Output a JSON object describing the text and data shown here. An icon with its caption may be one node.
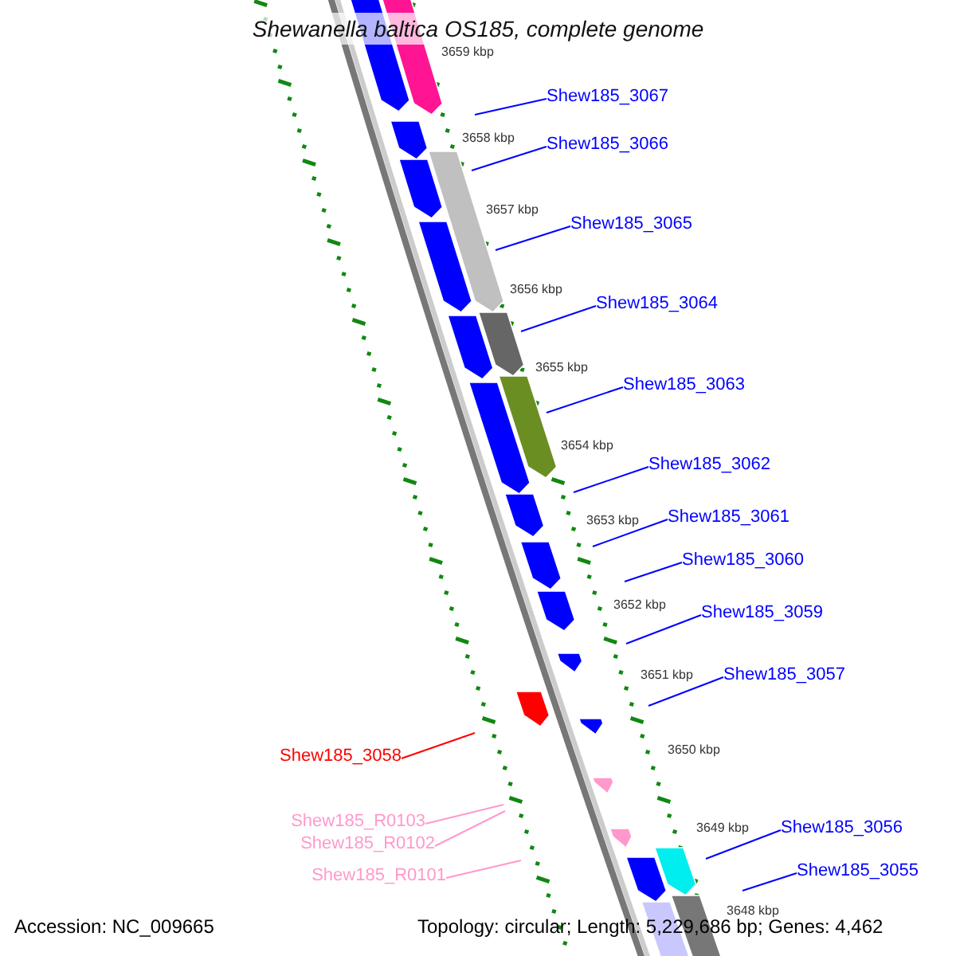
{
  "diagram": {
    "title": "Shewanella baltica OS185, complete genome",
    "nodes": [
      {
        "text": [
          "Shew185_3067"
        ]
      },
      {
        "text": [
          "Shew185_3066"
        ]
      },
      {
        "text": [
          "Shew185_3065"
        ]
      },
      {
        "text": [
          "Shew185_3064"
        ]
      },
      {
        "text": [
          "Shew185_3063"
        ]
      },
      {
        "text": [
          "Shew185_3062"
        ]
      },
      {
        "text": [
          "Shew185_3061"
        ]
      },
      {
        "text": [
          "Shew185_3060"
        ]
      },
      {
        "text": [
          "Shew185_3059"
        ]
      },
      {
        "text": [
          "Shew185_3057"
        ]
      },
      {
        "text": [
          "Shew185_3058"
        ]
      },
      {
        "text": [
          "Shew185_R0103"
        ]
      },
      {
        "text": [
          "Shew185_R0102"
        ]
      },
      {
        "text": [
          "Shew185_R0101"
        ]
      },
      {
        "text": [
          "Shew185_3056"
        ]
      },
      {
        "text": [
          "Shew185_3055"
        ]
      }
    ],
    "edges": [
      {
        "from": 0,
        "to": null,
        "arrow": "none"
      },
      {
        "from": 1,
        "to": null,
        "arrow": "none"
      },
      {
        "from": 2,
        "to": null,
        "arrow": "none"
      },
      {
        "from": 3,
        "to": null,
        "arrow": "none"
      },
      {
        "from": 4,
        "to": null,
        "arrow": "none"
      },
      {
        "from": 5,
        "to": null,
        "arrow": "none"
      },
      {
        "from": 6,
        "to": null,
        "arrow": "none"
      },
      {
        "from": 7,
        "to": null,
        "arrow": "none"
      },
      {
        "from": 8,
        "to": null,
        "arrow": "none"
      },
      {
        "from": 9,
        "to": null,
        "arrow": "none"
      },
      {
        "from": 10,
        "to": null,
        "arrow": "none",
        "color": "#ff0000"
      },
      {
        "from": 11,
        "to": null,
        "arrow": "none",
        "color": "#ff99cc"
      },
      {
        "from": 12,
        "to": null,
        "arrow": "none",
        "color": "#ff99cc"
      },
      {
        "from": 13,
        "to": null,
        "arrow": "none",
        "color": "#ff99cc"
      },
      {
        "from": 14,
        "to": null,
        "arrow": "none"
      },
      {
        "from": 15,
        "to": null,
        "arrow": "none"
      }
    ],
    "labels": [
      "3659 kbp",
      "3658 kbp",
      "3657 kbp",
      "3656 kbp",
      "3655 kbp",
      "3654 kbp",
      "3653 kbp",
      "3652 kbp",
      "3651 kbp",
      "3650 kbp",
      "3649 kbp",
      "3648 kbp",
      "Accession: NC_009665",
      "Topology: circular; Length: 5,229,686 bp; Genes: 4,462"
    ]
  }
}
